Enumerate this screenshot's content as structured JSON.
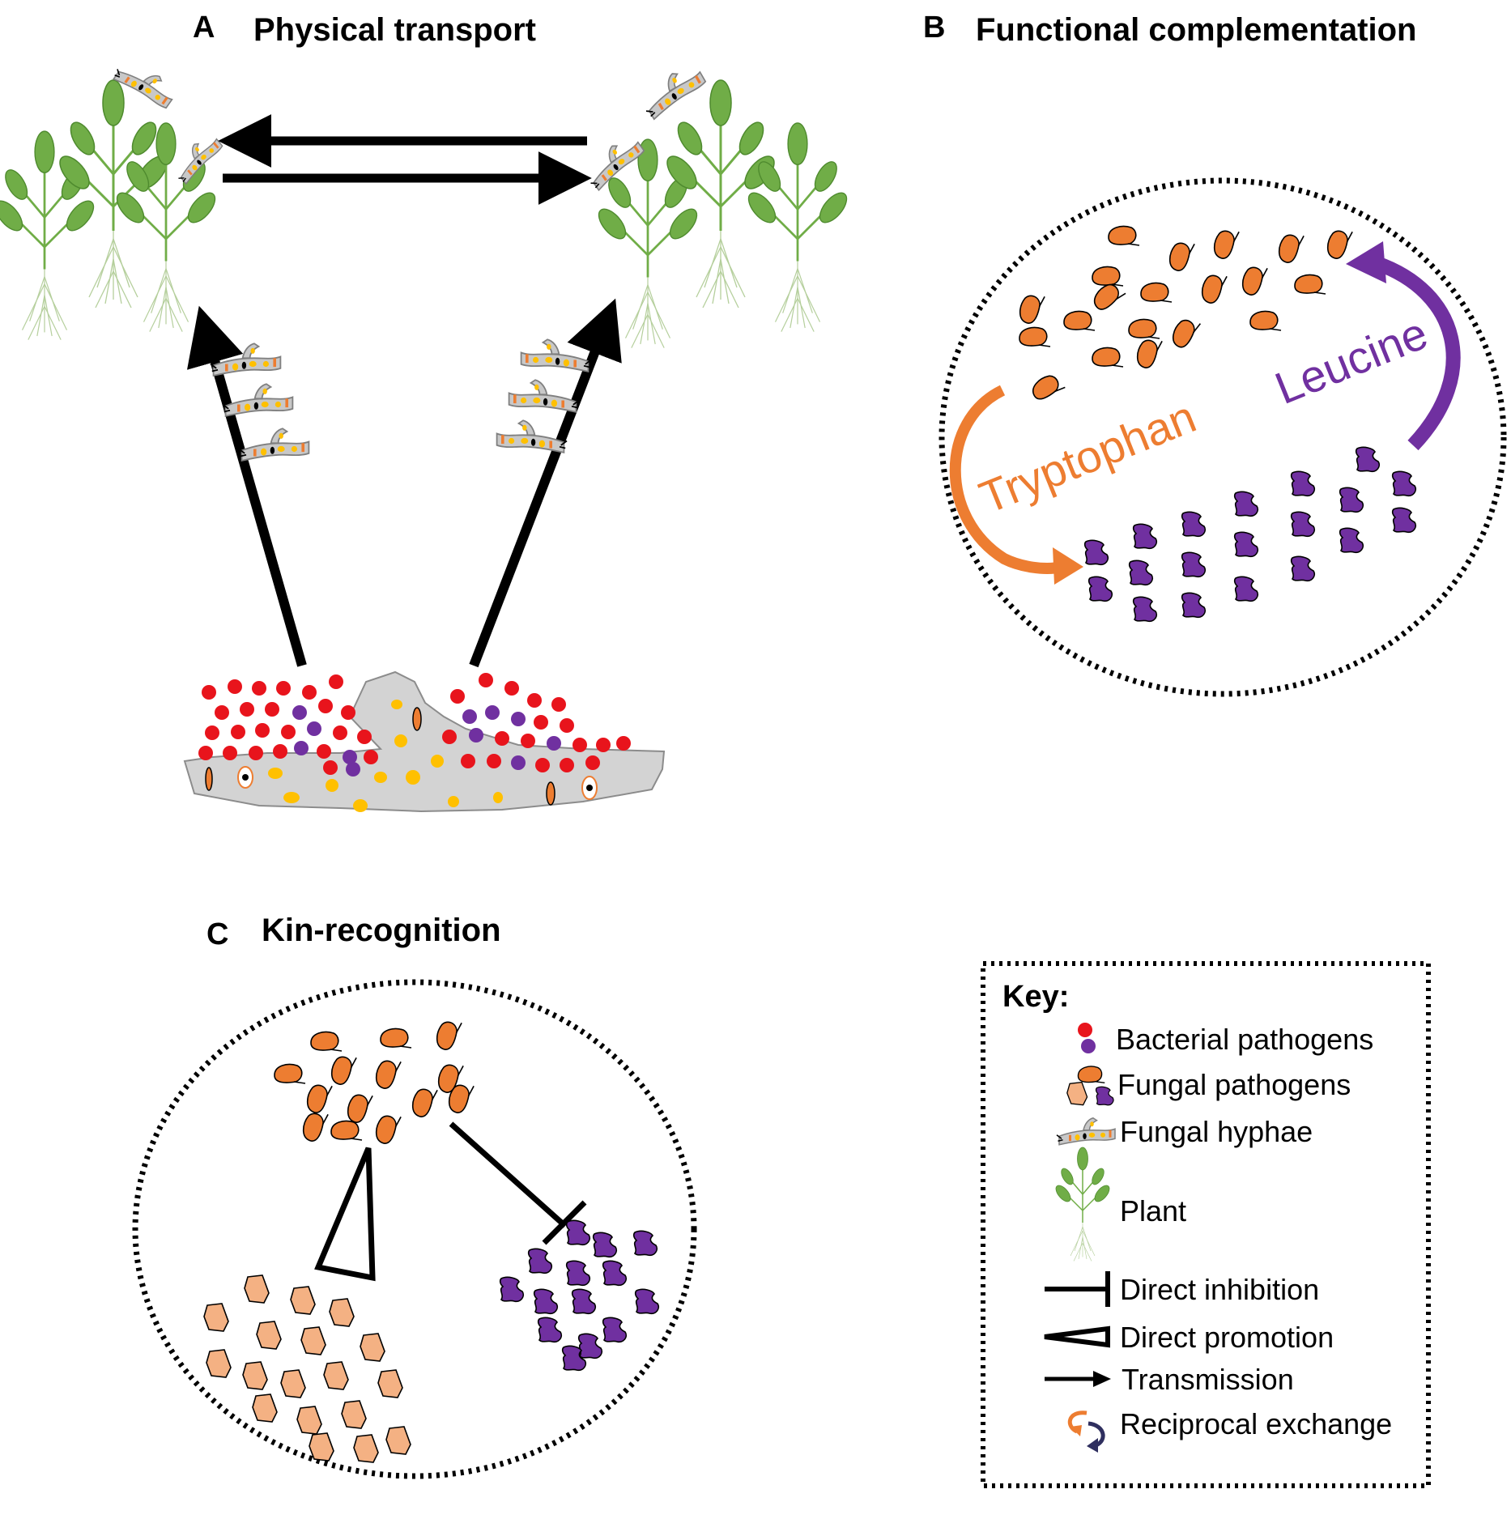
{
  "panels": {
    "a": {
      "letter": "A",
      "title": "Physical transport"
    },
    "b": {
      "letter": "B",
      "title": "Functional complementation",
      "left_label": "Tryptophan",
      "right_label": "Leucine"
    },
    "c": {
      "letter": "C",
      "title": "Kin-recognition"
    }
  },
  "key": {
    "title": "Key:",
    "items": [
      {
        "icon": "bacteria-icon",
        "label": "Bacterial pathogens"
      },
      {
        "icon": "fungal-pathogen-icon",
        "label": "Fungal pathogens"
      },
      {
        "icon": "hyphae-icon",
        "label": "Fungal hyphae"
      },
      {
        "icon": "plant-icon",
        "label": "Plant"
      },
      {
        "icon": "inhibition-icon",
        "label": "Direct inhibition"
      },
      {
        "icon": "promotion-icon",
        "label": "Direct promotion"
      },
      {
        "icon": "transmission-arrow-icon",
        "label": "Transmission"
      },
      {
        "icon": "reciprocal-exchange-icon",
        "label": "Reciprocal exchange"
      }
    ]
  },
  "colors": {
    "bacteria_red": "#e8141c",
    "bacteria_purple": "#7030a0",
    "fungus_orange": "#ed7d31",
    "fungus_peach": "#f4b183",
    "fungus_purple": "#7030a0",
    "leaf_green": "#70ad47",
    "hyphae_gray": "#c8c8c8",
    "spore_yellow": "#ffc000",
    "tryptophan_text": "#ed7d31",
    "leucine_text": "#7030a0"
  }
}
